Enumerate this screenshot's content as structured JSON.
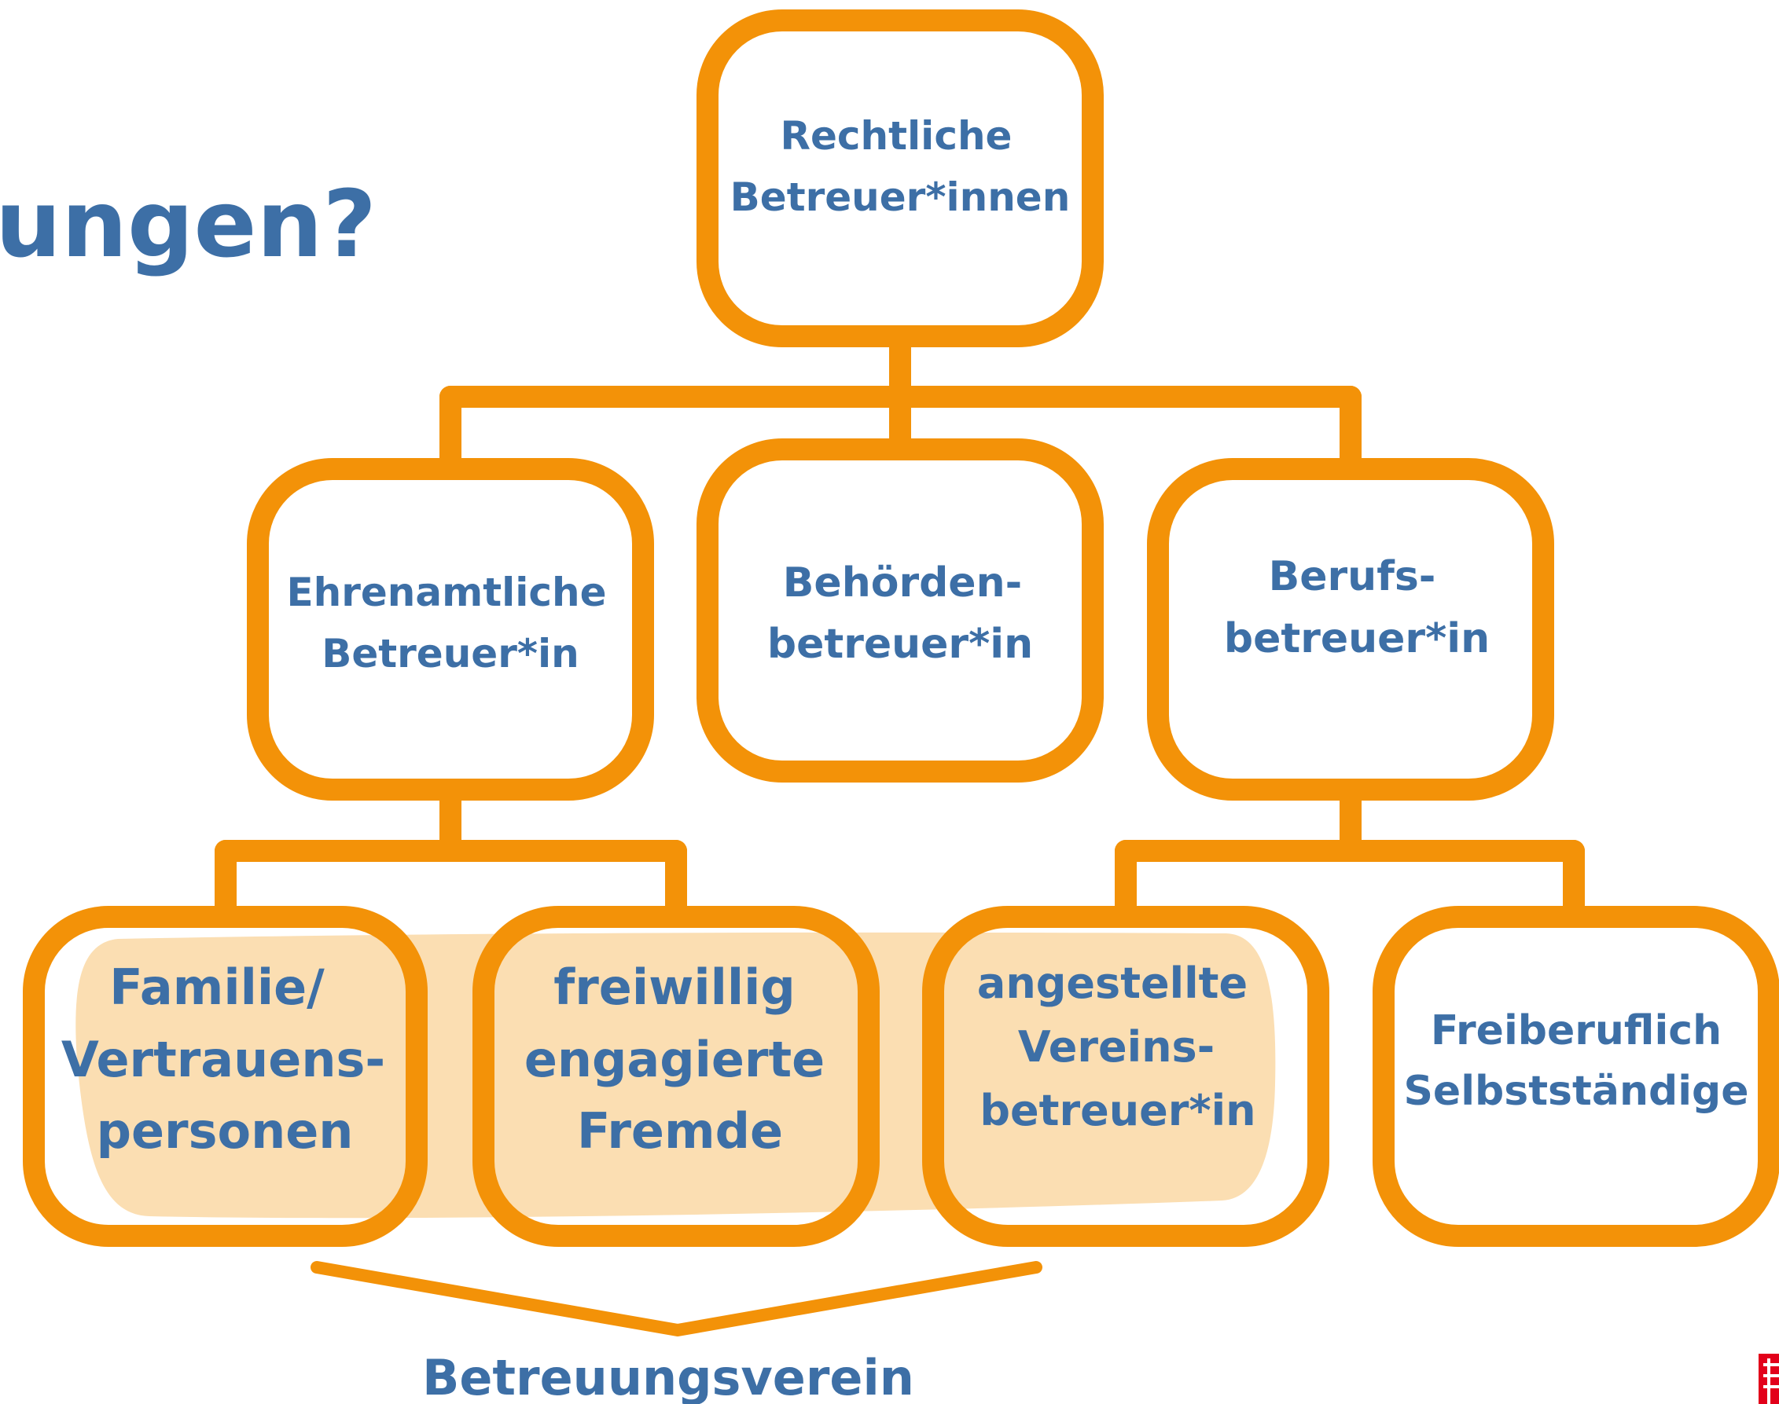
{
  "title": "ungen?",
  "colors": {
    "box_stroke": "#f39208",
    "highlight_fill": "#fbdeb2",
    "text": "#3d6fa6",
    "logo": "#e2001a"
  },
  "nodes": {
    "root": [
      "Rechtliche",
      "Betreuer*innen"
    ],
    "ehrenamtliche": [
      "Ehrenamtliche",
      "Betreuer*in"
    ],
    "behoerden": [
      "Behörden-",
      "betreuer*in"
    ],
    "berufs": [
      "Berufs-",
      "betreuer*in"
    ],
    "familie": [
      "Familie/",
      "Vertrauens-",
      "personen"
    ],
    "freiwillig": [
      "freiwillig",
      "engagierte",
      "Fremde"
    ],
    "angestellte": [
      "angestellte",
      "Vereins-",
      "betreuer*in"
    ],
    "freiberuflich": [
      "Freiberuflich",
      "Selbstständige"
    ]
  },
  "group_label": "Betreuungsverein",
  "logo_icon": "caritas-cross-icon"
}
